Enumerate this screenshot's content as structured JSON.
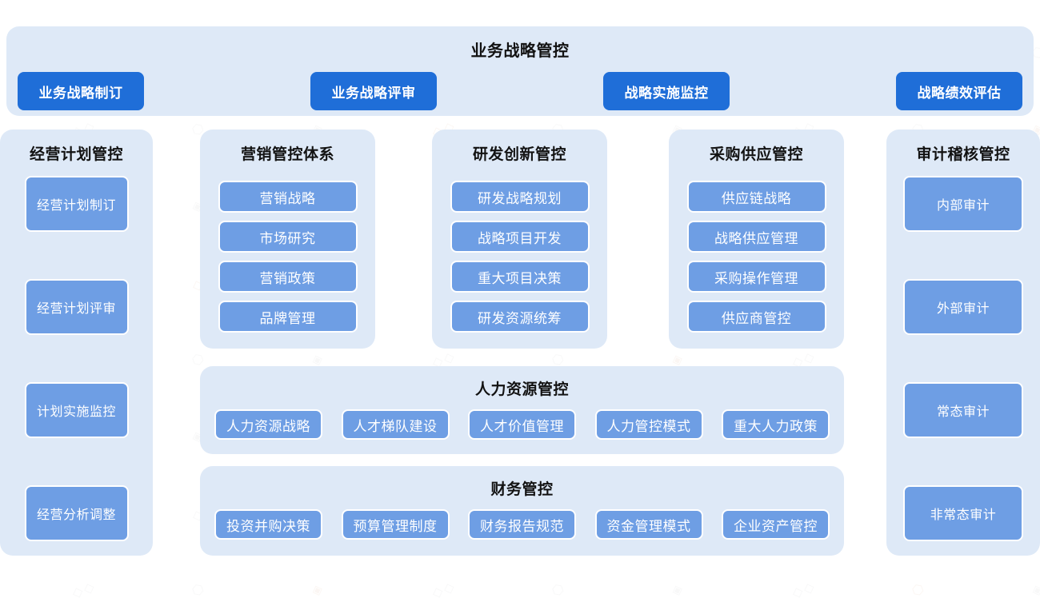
{
  "colors": {
    "panel_bg": "#dee9f7",
    "primary_button": "#1f6ed8",
    "secondary_button": "#6e9ee4",
    "title_text": "#121212",
    "button_text": "#ffffff",
    "page_bg": "#ffffff"
  },
  "strategy_band": {
    "title": "业务战略管控",
    "buttons": [
      {
        "label": "业务战略制订"
      },
      {
        "label": "业务战略评审"
      },
      {
        "label": "战略实施监控"
      },
      {
        "label": "战略绩效评估"
      }
    ]
  },
  "plan_column": {
    "title": "经营计划管控",
    "items": [
      {
        "label": "经营计划制订"
      },
      {
        "label": "经营计划评审"
      },
      {
        "label": "计划实施监控"
      },
      {
        "label": "经营分析调整"
      }
    ]
  },
  "marketing_column": {
    "title": "营销管控体系",
    "items": [
      {
        "label": "营销战略"
      },
      {
        "label": "市场研究"
      },
      {
        "label": "营销政策"
      },
      {
        "label": "品牌管理"
      }
    ]
  },
  "rd_column": {
    "title": "研发创新管控",
    "items": [
      {
        "label": "研发战略规划"
      },
      {
        "label": "战略项目开发"
      },
      {
        "label": "重大项目决策"
      },
      {
        "label": "研发资源统筹"
      }
    ]
  },
  "procurement_column": {
    "title": "采购供应管控",
    "items": [
      {
        "label": "供应链战略"
      },
      {
        "label": "战略供应管理"
      },
      {
        "label": "采购操作管理"
      },
      {
        "label": "供应商管控"
      }
    ]
  },
  "audit_column": {
    "title": "审计稽核管控",
    "items": [
      {
        "label": "内部审计"
      },
      {
        "label": "外部审计"
      },
      {
        "label": "常态审计"
      },
      {
        "label": "非常态审计"
      }
    ]
  },
  "hr_band": {
    "title": "人力资源管控",
    "items": [
      {
        "label": "人力资源战略"
      },
      {
        "label": "人才梯队建设"
      },
      {
        "label": "人才价值管理"
      },
      {
        "label": "人力管控模式"
      },
      {
        "label": "重大人力政策"
      }
    ]
  },
  "finance_band": {
    "title": "财务管控",
    "items": [
      {
        "label": "投资并购决策"
      },
      {
        "label": "预算管理制度"
      },
      {
        "label": "财务报告规范"
      },
      {
        "label": "资金管理模式"
      },
      {
        "label": "企业资产管控"
      }
    ]
  }
}
